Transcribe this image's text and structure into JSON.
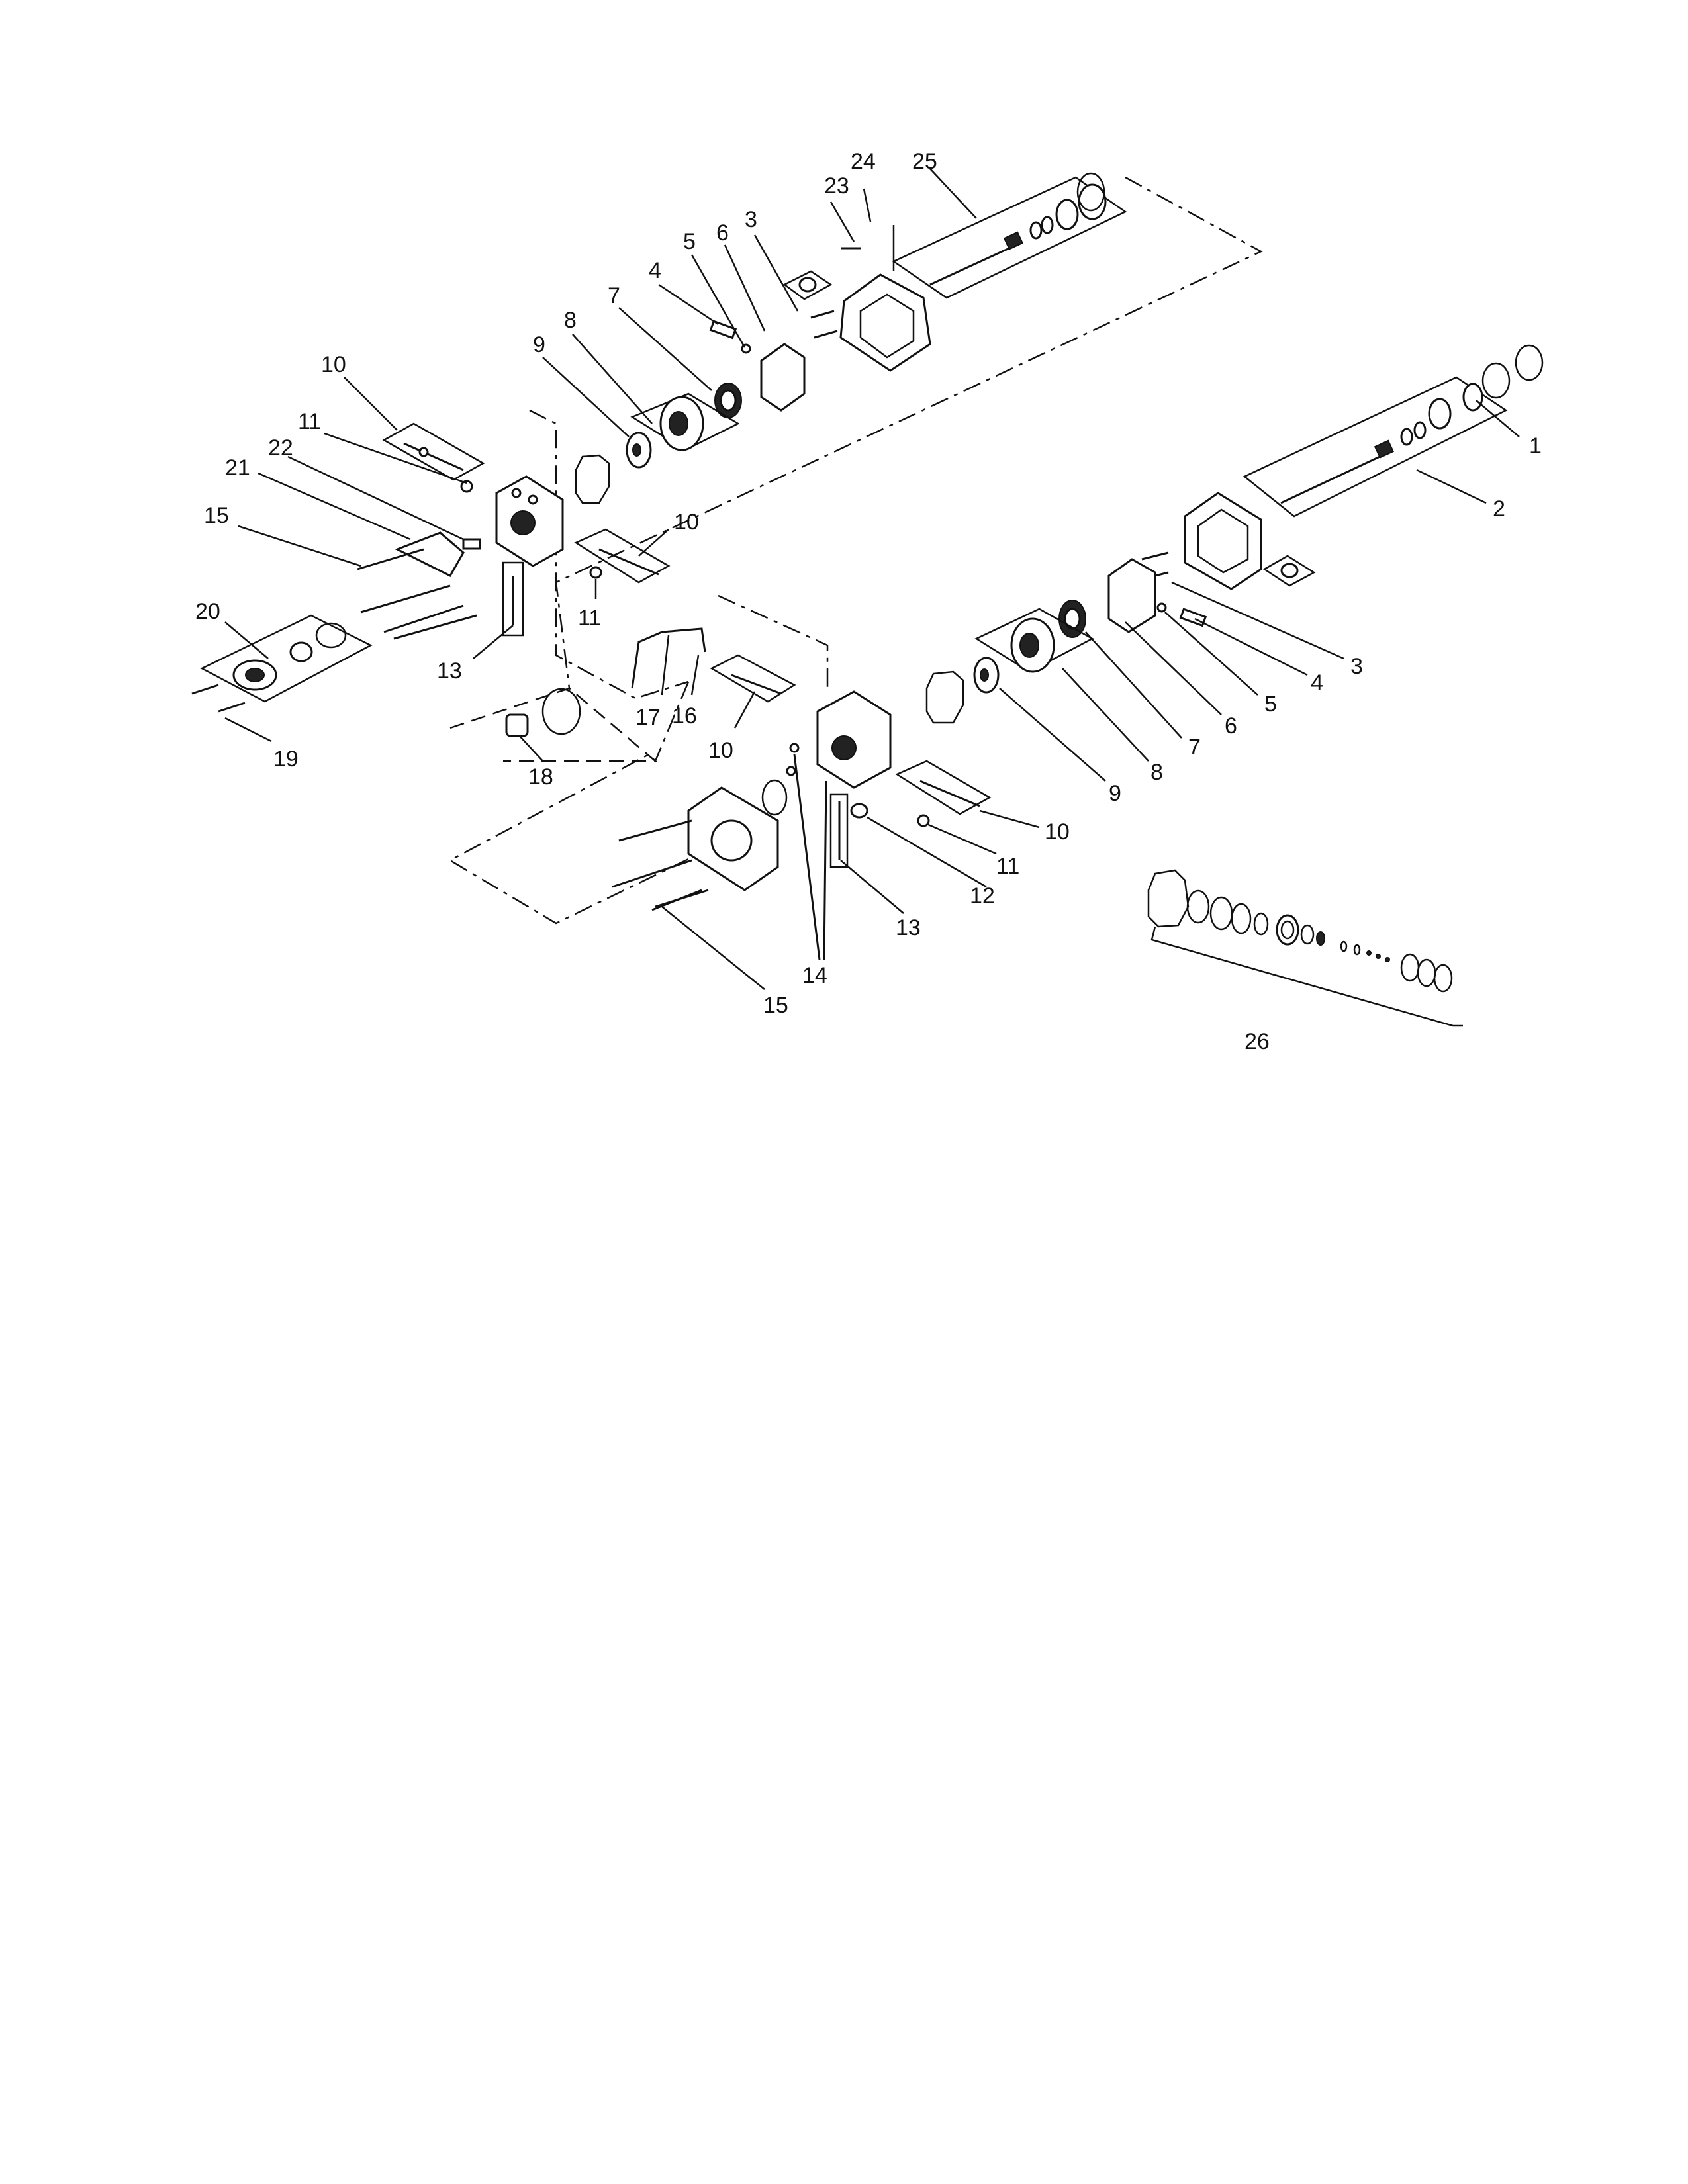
{
  "labels": {
    "l1": "1",
    "l2": "2",
    "l3a": "3",
    "l3b": "3",
    "l4a": "4",
    "l4b": "4",
    "l5a": "5",
    "l5b": "5",
    "l6a": "6",
    "l6b": "6",
    "l7a": "7",
    "l7b": "7",
    "l8a": "8",
    "l8b": "8",
    "l9a": "9",
    "l9b": "9",
    "l10a": "10",
    "l10b": "10",
    "l10c": "10",
    "l10d": "10",
    "l11a": "11",
    "l11b": "11",
    "l11c": "11",
    "l12": "12",
    "l13a": "13",
    "l13b": "13",
    "l14": "14",
    "l15a": "15",
    "l15b": "15",
    "l16": "16",
    "l17": "17",
    "l18": "18",
    "l19": "19",
    "l20": "20",
    "l21": "21",
    "l22": "22",
    "l23": "23",
    "l24": "24",
    "l25": "25",
    "l26": "26"
  }
}
